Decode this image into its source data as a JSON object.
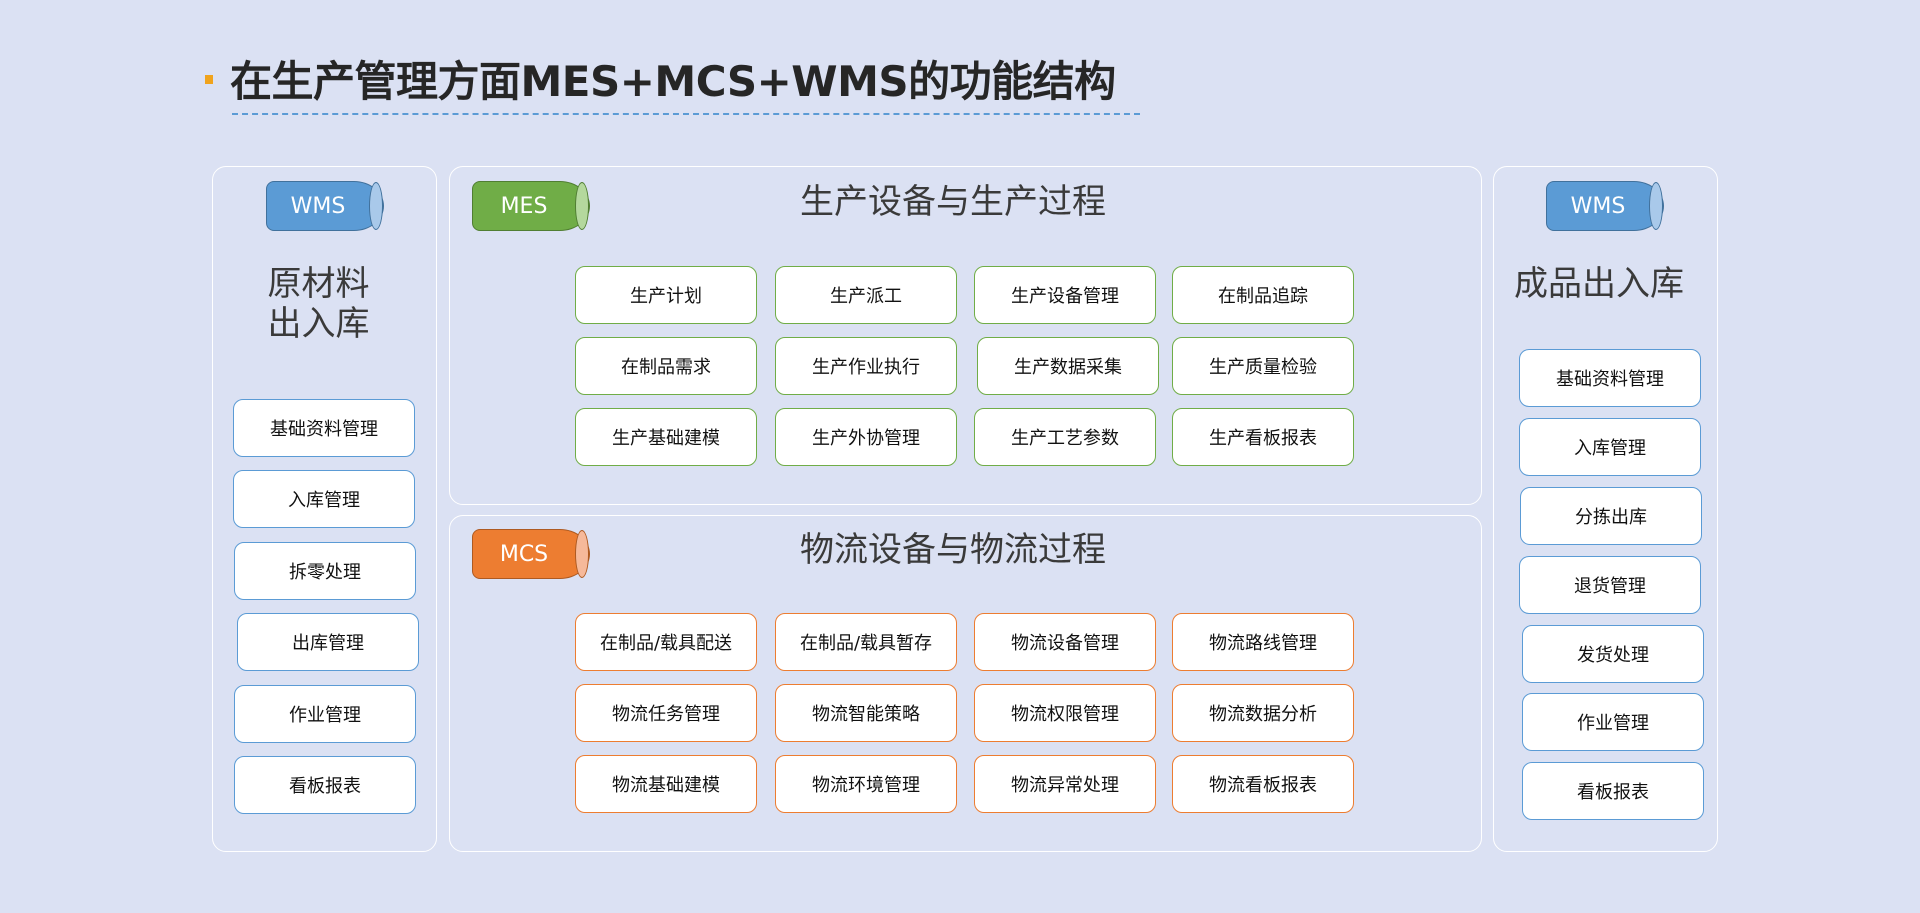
{
  "title": "在生产管理方面MES+MCS+WMS的功能结构",
  "left_panel": {
    "tag": "WMS",
    "heading_line1": "原材料",
    "heading_line2": "出入库",
    "items": [
      "基础资料管理",
      "入库管理",
      "拆零处理",
      "出库管理",
      "作业管理",
      "看板报表"
    ]
  },
  "mes_panel": {
    "tag": "MES",
    "heading": "生产设备与生产过程",
    "items": [
      "生产计划",
      "生产派工",
      "生产设备管理",
      "在制品追踪",
      "在制品需求",
      "生产作业执行",
      "生产数据采集",
      "生产质量检验",
      "生产基础建模",
      "生产外协管理",
      "生产工艺参数",
      "生产看板报表"
    ]
  },
  "mcs_panel": {
    "tag": "MCS",
    "heading": "物流设备与物流过程",
    "items": [
      "在制品/载具配送",
      "在制品/载具暂存",
      "物流设备管理",
      "物流路线管理",
      "物流任务管理",
      "物流智能策略",
      "物流权限管理",
      "物流数据分析",
      "物流基础建模",
      "物流环境管理",
      "物流异常处理",
      "物流看板报表"
    ]
  },
  "right_panel": {
    "tag": "WMS",
    "heading": "成品出入库",
    "items": [
      "基础资料管理",
      "入库管理",
      "分拣出库",
      "退货管理",
      "发货处理",
      "作业管理",
      "看板报表"
    ]
  },
  "colors": {
    "background": "#dbe1f3",
    "wms_blue": "#5b9bd5",
    "mes_green": "#70ad47",
    "mcs_orange": "#ed7d31",
    "title_bullet": "#f0a31c"
  }
}
